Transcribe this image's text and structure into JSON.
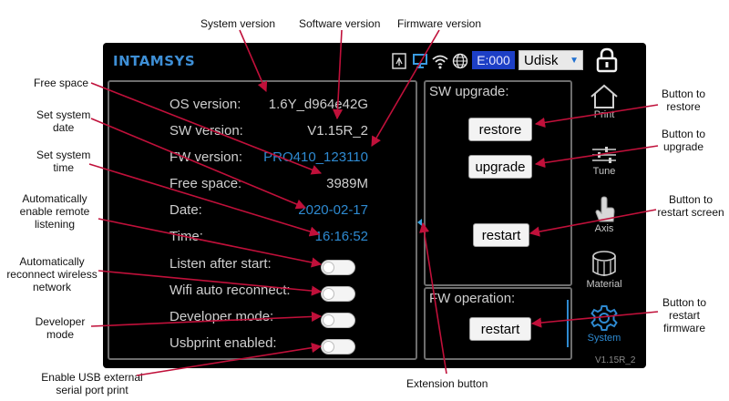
{
  "callouts": {
    "system_version": "System version",
    "software_version": "Software version",
    "firmware_version": "Firmware version",
    "free_space": "Free space",
    "set_date": [
      "Set system",
      "date"
    ],
    "set_time": [
      "Set system",
      "time"
    ],
    "remote_listening": [
      "Automatically",
      "enable remote",
      "listening"
    ],
    "wifi_reconnect": [
      "Automatically",
      "reconnect wireless",
      "network"
    ],
    "developer": [
      "Developer",
      "mode"
    ],
    "usb_print": [
      "Enable USB external",
      "serial port print"
    ],
    "extension": "Extension button",
    "restore": [
      "Button to",
      "restore"
    ],
    "upgrade": [
      "Button to",
      "upgrade"
    ],
    "restart_screen": [
      "Button to",
      "restart screen"
    ],
    "restart_firmware": [
      "Button to",
      "restart",
      "firmware"
    ]
  },
  "topbar": {
    "brand": "INTAMSYS",
    "status_icons": [
      "usb-storage-icon",
      "computer-monitor-icon",
      "wifi-icon",
      "globe-icon"
    ],
    "error_code": "E:000",
    "storage_select": "Udisk",
    "lock_icon": "padlock-icon"
  },
  "info": {
    "os_label": "OS version:",
    "os_value": "1.6Y_d964e42G",
    "sw_label": "SW version:",
    "sw_value": "V1.15R_2",
    "fw_label": "FW version:",
    "fw_value": "PRO410_123110",
    "free_label": "Free space:",
    "free_value": "3989M",
    "date_label": "Date:",
    "date_value": "2020-02-17",
    "time_label": "Time:",
    "time_value": "16:16:52",
    "toggles": [
      {
        "label": "Listen after start:",
        "on": false
      },
      {
        "label": "Wifi auto reconnect:",
        "on": false
      },
      {
        "label": "Developer mode:",
        "on": false
      },
      {
        "label": "Usbprint enabled:",
        "on": false
      }
    ]
  },
  "sw_upgrade": {
    "title": "SW upgrade:",
    "restore": "restore",
    "upgrade": "upgrade",
    "restart": "restart"
  },
  "fw_operation": {
    "title": "FW operation:",
    "restart": "restart"
  },
  "nav": [
    {
      "label": "Print",
      "icon": "home-icon"
    },
    {
      "label": "Tune",
      "icon": "sliders-icon"
    },
    {
      "label": "Axis",
      "icon": "hand-pointer-icon"
    },
    {
      "label": "Material",
      "icon": "filament-spool-icon"
    },
    {
      "label": "System",
      "icon": "gear-icon",
      "active": true
    }
  ],
  "version_footer": "V1.15R_2",
  "colors": {
    "accent_blue": "#2e8ad1",
    "arrow_red": "#c0103a",
    "error_badge": "#1d3fc6",
    "panel_border": "#6d6d6d"
  }
}
